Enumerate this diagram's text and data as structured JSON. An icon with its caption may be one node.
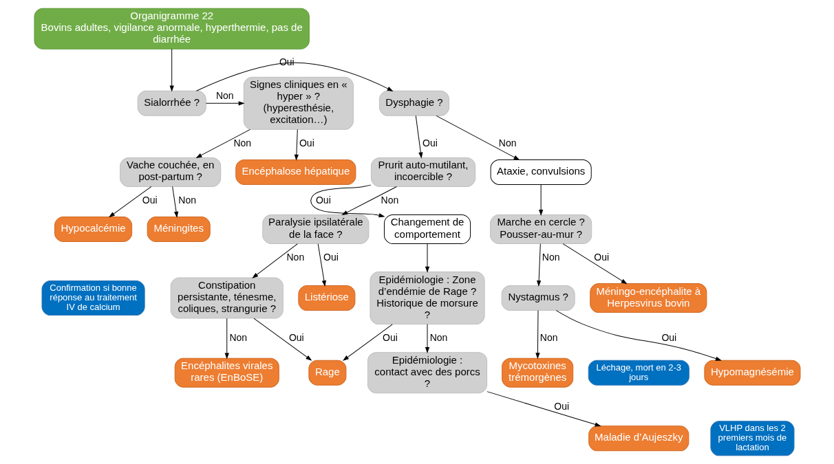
{
  "diagram": {
    "nodes": [
      {
        "text": [
          "Organigramme 22",
          "Bovins adultes, vigilance anormale, hyperthermie, pas de diarrhée"
        ]
      },
      {
        "text": [
          "Signes cliniques en « hyper » ? (hyperesthésie, excitation…)"
        ]
      },
      {
        "text": [
          "Sialorrhée ?"
        ]
      },
      {
        "text": [
          "Dysphagie ?"
        ]
      },
      {
        "text": [
          "Ataxie, convulsions"
        ]
      },
      {
        "text": [
          "Marche en cercle ? Pousser-au-mur ?"
        ]
      },
      {
        "text": [
          "Encéphalose hépatique"
        ]
      },
      {
        "text": [
          "Méningo-encéphalite à Herpesvirus bovin"
        ]
      },
      {
        "text": [
          "Paralysie ipsilatérale de la face ?"
        ]
      },
      {
        "text": [
          "Listériose"
        ]
      },
      {
        "text": [
          "Prurit auto-mutilant, incoercible ?"
        ]
      },
      {
        "text": [
          "Vache couchée, en post-partum ?"
        ]
      },
      {
        "text": [
          "Nystagmus ?"
        ]
      },
      {
        "text": [
          "Constipation persistante, ténesme, coliques, strangurie ?"
        ]
      },
      {
        "text": [
          "Changement de comportement"
        ]
      },
      {
        "text": [
          "Mycotoxines trémorgènes"
        ]
      },
      {
        "text": [
          "Hypomagnésémie"
        ]
      },
      {
        "text": [
          "VLHP dans les 2 premiers mois de lactation"
        ]
      },
      {
        "text": [
          "Méningites"
        ]
      },
      {
        "text": [
          "Encéphalites virales rares (EnBoSE)"
        ]
      },
      {
        "text": [
          "Epidémiologie : Zone d’endémie de Rage ? Historique de morsure ?"
        ]
      },
      {
        "text": [
          "Hypocalcémie"
        ]
      },
      {
        "text": [
          "Rage"
        ]
      },
      {
        "text": [
          "Léchage, mort en 2-3 jours"
        ]
      },
      {
        "text": [
          "Confirmation si bonne réponse au traitement IV de calcium"
        ]
      },
      {
        "text": [
          "Epidémiologie : contact avec des porcs ?"
        ]
      },
      {
        "text": [
          "Maladie d’Aujeszky"
        ]
      }
    ],
    "edges": [
      {
        "from": 0,
        "to": 2,
        "arrow": "to"
      },
      {
        "from": 2,
        "to": 1,
        "arrow": "to",
        "label": "Non"
      },
      {
        "from": 2,
        "to": 3,
        "arrow": "to",
        "label": "Oui"
      },
      {
        "from": 3,
        "to": 4,
        "arrow": "to",
        "label": "Non"
      },
      {
        "from": 4,
        "to": 5,
        "arrow": "to"
      },
      {
        "from": 3,
        "to": 10,
        "arrow": "to",
        "label": "Oui"
      },
      {
        "from": 1,
        "to": 6,
        "arrow": "to",
        "label": "Oui"
      },
      {
        "from": 1,
        "to": 11,
        "arrow": "to",
        "label": "Non"
      },
      {
        "from": 5,
        "to": 7,
        "arrow": "to",
        "label": "Oui"
      },
      {
        "from": 5,
        "to": 12,
        "arrow": "to",
        "label": "Non"
      },
      {
        "from": 10,
        "to": 8,
        "arrow": "to",
        "label": "Non"
      },
      {
        "from": 8,
        "to": 9,
        "arrow": "to",
        "label": "Oui"
      },
      {
        "from": 8,
        "to": 13,
        "arrow": "to",
        "label": "Non"
      },
      {
        "from": 10,
        "to": 14,
        "arrow": "to",
        "label": "Oui"
      },
      {
        "from": 12,
        "to": 15,
        "arrow": "to",
        "label": "Non"
      },
      {
        "from": 12,
        "to": 16,
        "arrow": "to",
        "label": "Oui"
      },
      {
        "from": 11,
        "to": 18,
        "arrow": "to",
        "label": "Non"
      },
      {
        "from": 11,
        "to": 21,
        "arrow": "to",
        "label": "Oui"
      },
      {
        "from": 13,
        "to": 19,
        "arrow": "to",
        "label": "Non"
      },
      {
        "from": 13,
        "to": 22,
        "arrow": "to",
        "label": "Oui"
      },
      {
        "from": 14,
        "to": 20,
        "arrow": "to"
      },
      {
        "from": 20,
        "to": 22,
        "arrow": "to",
        "label": "Oui"
      },
      {
        "from": 20,
        "to": 25,
        "arrow": "to",
        "label": "Non"
      },
      {
        "from": 25,
        "to": 26,
        "arrow": "to",
        "label": "Oui"
      }
    ]
  }
}
